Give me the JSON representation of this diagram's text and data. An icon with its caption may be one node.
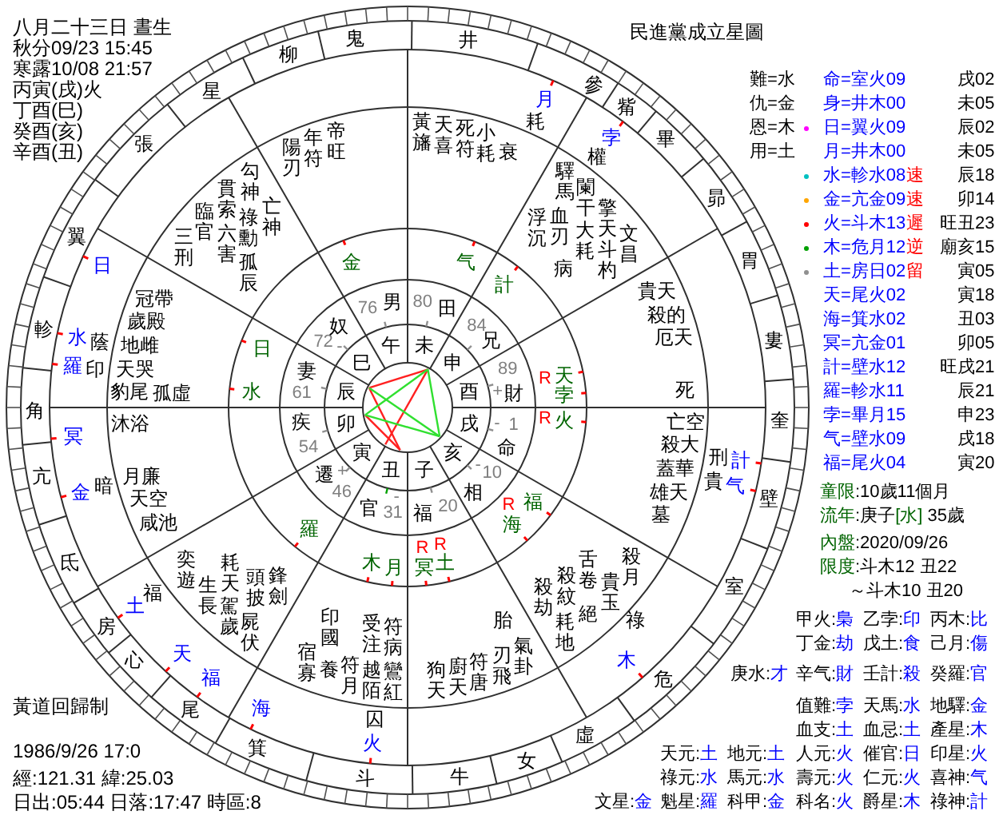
{
  "diagram": {
    "title": "民進黨成立星圖",
    "labels": [
      "八月二十三日 晝生",
      "秋分09/23 15:45",
      "寒露10/08 21:57",
      "丙寅(戌)火",
      "丁酉(巳)",
      "癸酉(亥)",
      "辛酉(丑)",
      "難=水",
      "仇=金",
      "恩=木",
      "用=土",
      "命=室火09",
      "戌02",
      "身=井木00",
      "未05",
      "日=翼火09",
      "辰02",
      "月=井木00",
      "未05",
      "水=軫水08",
      "速",
      "辰18",
      "金=亢金09",
      "速",
      "卯14",
      "火=斗木13",
      "遲",
      "旺丑23",
      "木=危月12",
      "逆",
      "廟亥15",
      "土=房日02",
      "留",
      "寅05",
      "天=尾火02",
      "寅18",
      "海=箕水02",
      "丑03",
      "冥=亢金01",
      "卯05",
      "計=壁水12",
      "旺戌21",
      "羅=軫水11",
      "辰21",
      "孛=畢月15",
      "申23",
      "气=壁水09",
      "戌18",
      "福=尾火04",
      "寅20",
      "鬼",
      "井",
      "參",
      "觜",
      "畢",
      "昴",
      "胃",
      "婁",
      "奎",
      "壁",
      "室",
      "危",
      "虛",
      "女",
      "斗",
      "牛",
      "箕",
      "尾",
      "心",
      "房",
      "氐",
      "亢",
      "角",
      "軫",
      "翼",
      "張",
      "星",
      "柳",
      "月",
      "耗",
      "孛",
      "權",
      "刑",
      "計",
      "貴",
      "气",
      "祿",
      "木",
      "囚",
      "火",
      "海",
      "福",
      "天",
      "土",
      "福",
      "金",
      "暗",
      "冥",
      "羅",
      "印",
      "水",
      "蔭",
      "日",
      "臨官",
      "貫索",
      "勾神",
      "三刑",
      "六害",
      "祿勳",
      "亡神",
      "孤辰",
      "陽刃",
      "年符",
      "帝旺",
      "黃旛",
      "天喜",
      "死符",
      "小耗",
      "衰",
      "驛馬",
      "浮沉",
      "血刃",
      "闌干",
      "大耗",
      "擎天",
      "病",
      "斗杓",
      "文昌",
      "天貴",
      "的殺",
      "天厄",
      "死",
      "冠帶",
      "歲殿",
      "地雌",
      "天哭",
      "豹尾",
      "孤虛",
      "沐浴",
      "月廉",
      "天空",
      "咸池",
      "空亡",
      "大殺",
      "華蓋",
      "天雄",
      "墓",
      "遊奕",
      "長生",
      "天耗",
      "歲駕",
      "披頭",
      "劍鋒",
      "伏屍",
      "寡宿",
      "國印",
      "養",
      "注受",
      "月符",
      "病符",
      "陌越",
      "紅鸞",
      "胎",
      "天狗",
      "天廚",
      "唐符",
      "飛刃",
      "卦氣",
      "劫殺",
      "紋殺",
      "卷舌",
      "玉貴",
      "月殺",
      "地耗",
      "絕",
      "72",
      "奴",
      "76",
      "男",
      "80",
      "田",
      "84",
      "兄",
      "妻",
      "89",
      "61",
      "財",
      "疾",
      "1",
      "54",
      "遷",
      "46",
      "官",
      "31",
      "福",
      "20",
      "相",
      "10",
      "命",
      "+",
      "-",
      "-",
      "-",
      "+",
      "-",
      "巳",
      "午",
      "未",
      "申",
      "辰",
      "酉",
      "卯",
      "戌",
      "寅",
      "丑",
      "子",
      "亥",
      "金",
      "气",
      "計",
      "R",
      "天",
      "孛",
      "R",
      "火",
      "R",
      "福",
      "海",
      "木",
      "月",
      "R",
      "冥",
      "R",
      "土",
      "羅",
      "水",
      "日",
      "黃道回歸制",
      "1986/9/26 17:0",
      "經:121.31 緯:25.03",
      "日出:05:44 日落:17:47 時區:8",
      "童限:10歲11個月",
      "流年:庚子[水] 35歲",
      "內盤:2020/09/26",
      "限度:斗木12 丑22",
      "～斗木10 丑20",
      "甲火:梟",
      "乙孛:印",
      "丙木:比",
      "丁金:劫",
      "戊土:食",
      "己月:傷",
      "庚水:才",
      "辛气:財",
      "壬計:殺",
      "癸羅:官",
      "值難:孛",
      "天馬:水",
      "地驛:金",
      "血支:土",
      "血忌:土",
      "產星:木",
      "天元:土",
      "地元:土",
      "人元:火",
      "催官:日",
      "印星:火",
      "祿元:水",
      "馬元:水",
      "壽元:火",
      "仁元:火",
      "喜神:气",
      "文星:金",
      "魁星:羅",
      "科甲:金",
      "科名:火",
      "爵星:木",
      "祿神:計"
    ]
  }
}
